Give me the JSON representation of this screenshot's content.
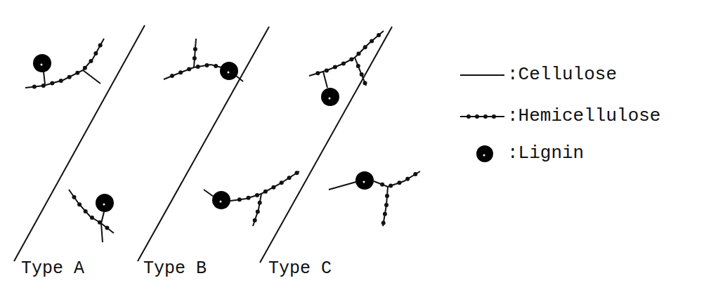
{
  "diagram": {
    "labels": [
      "Type A",
      "Type B",
      "Type C"
    ],
    "legend": [
      {
        "text": ":Cellulose"
      },
      {
        "text": ":Hemicellulose"
      },
      {
        "text": ":Lignin"
      }
    ]
  }
}
